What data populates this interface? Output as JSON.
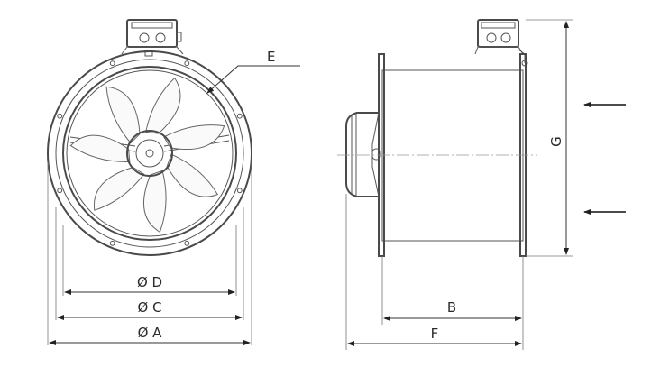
{
  "labels": {
    "dia_d": "Ø D",
    "dia_c": "Ø C",
    "dia_a": "Ø A",
    "e": "E",
    "b": "B",
    "f": "F",
    "g": "G"
  },
  "airflow_arrow_count": 2,
  "blade_count": 7,
  "bolt_hole_count": 8
}
